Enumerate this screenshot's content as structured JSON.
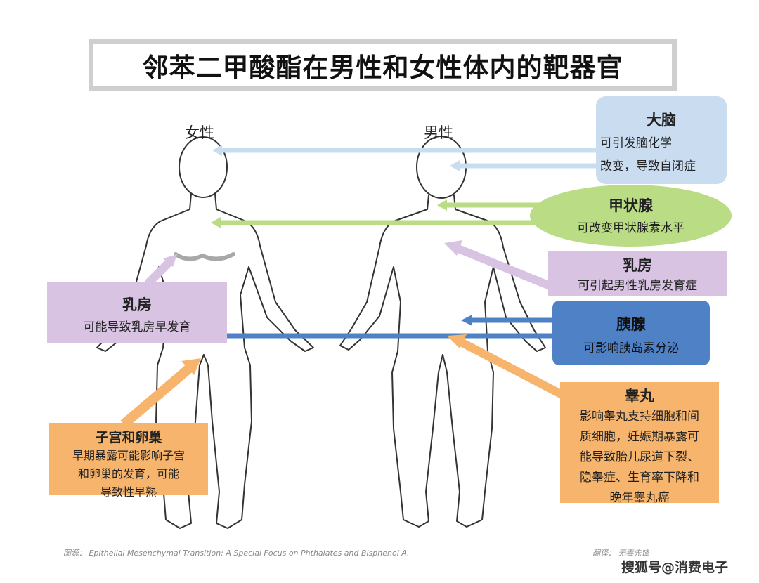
{
  "title": "邻苯二甲酸酯在男性和女性体内的靶器官",
  "labels": {
    "female": "女性",
    "male": "男性"
  },
  "boxes": {
    "brain": {
      "heading": "大脑",
      "line1": "可引发脑化学",
      "line2": "改变，导致自闭症"
    },
    "thyroid": {
      "heading": "甲状腺",
      "line1": "可改变甲状腺素水平"
    },
    "breast_male": {
      "heading": "乳房",
      "line1": "可引起男性乳房发育症"
    },
    "breast_female": {
      "heading": "乳房",
      "line1": "可能导致乳房早发育"
    },
    "pancreas": {
      "heading": "胰腺",
      "line1": "可影响胰岛素分泌"
    },
    "testes": {
      "heading": "睾丸",
      "lines": [
        "影响睾丸支持细胞和间",
        "质细胞，妊娠期暴露可",
        "能导致胎儿尿道下裂、",
        "隐睾症、生育率下降和",
        "晚年睾丸癌"
      ]
    },
    "uterus": {
      "heading": "子宫和卵巢",
      "lines": [
        "早期暴露可能影响子宫",
        "和卵巢的发育，可能",
        "导致性早熟"
      ]
    }
  },
  "footer": {
    "source": "图源：  Epithelial Mesenchymal Transition: A Special Focus on Phthalates and Bisphenol A.",
    "translator": "翻译：  无毒先锋",
    "watermark": "搜狐号@消费电子"
  },
  "colors": {
    "brain": "#c9dcf0",
    "thyroid": "#b9dc84",
    "breast": "#d9c3e3",
    "pancreas": "#4e81c5",
    "testes": "#f6b46c",
    "outline": "#333333"
  }
}
